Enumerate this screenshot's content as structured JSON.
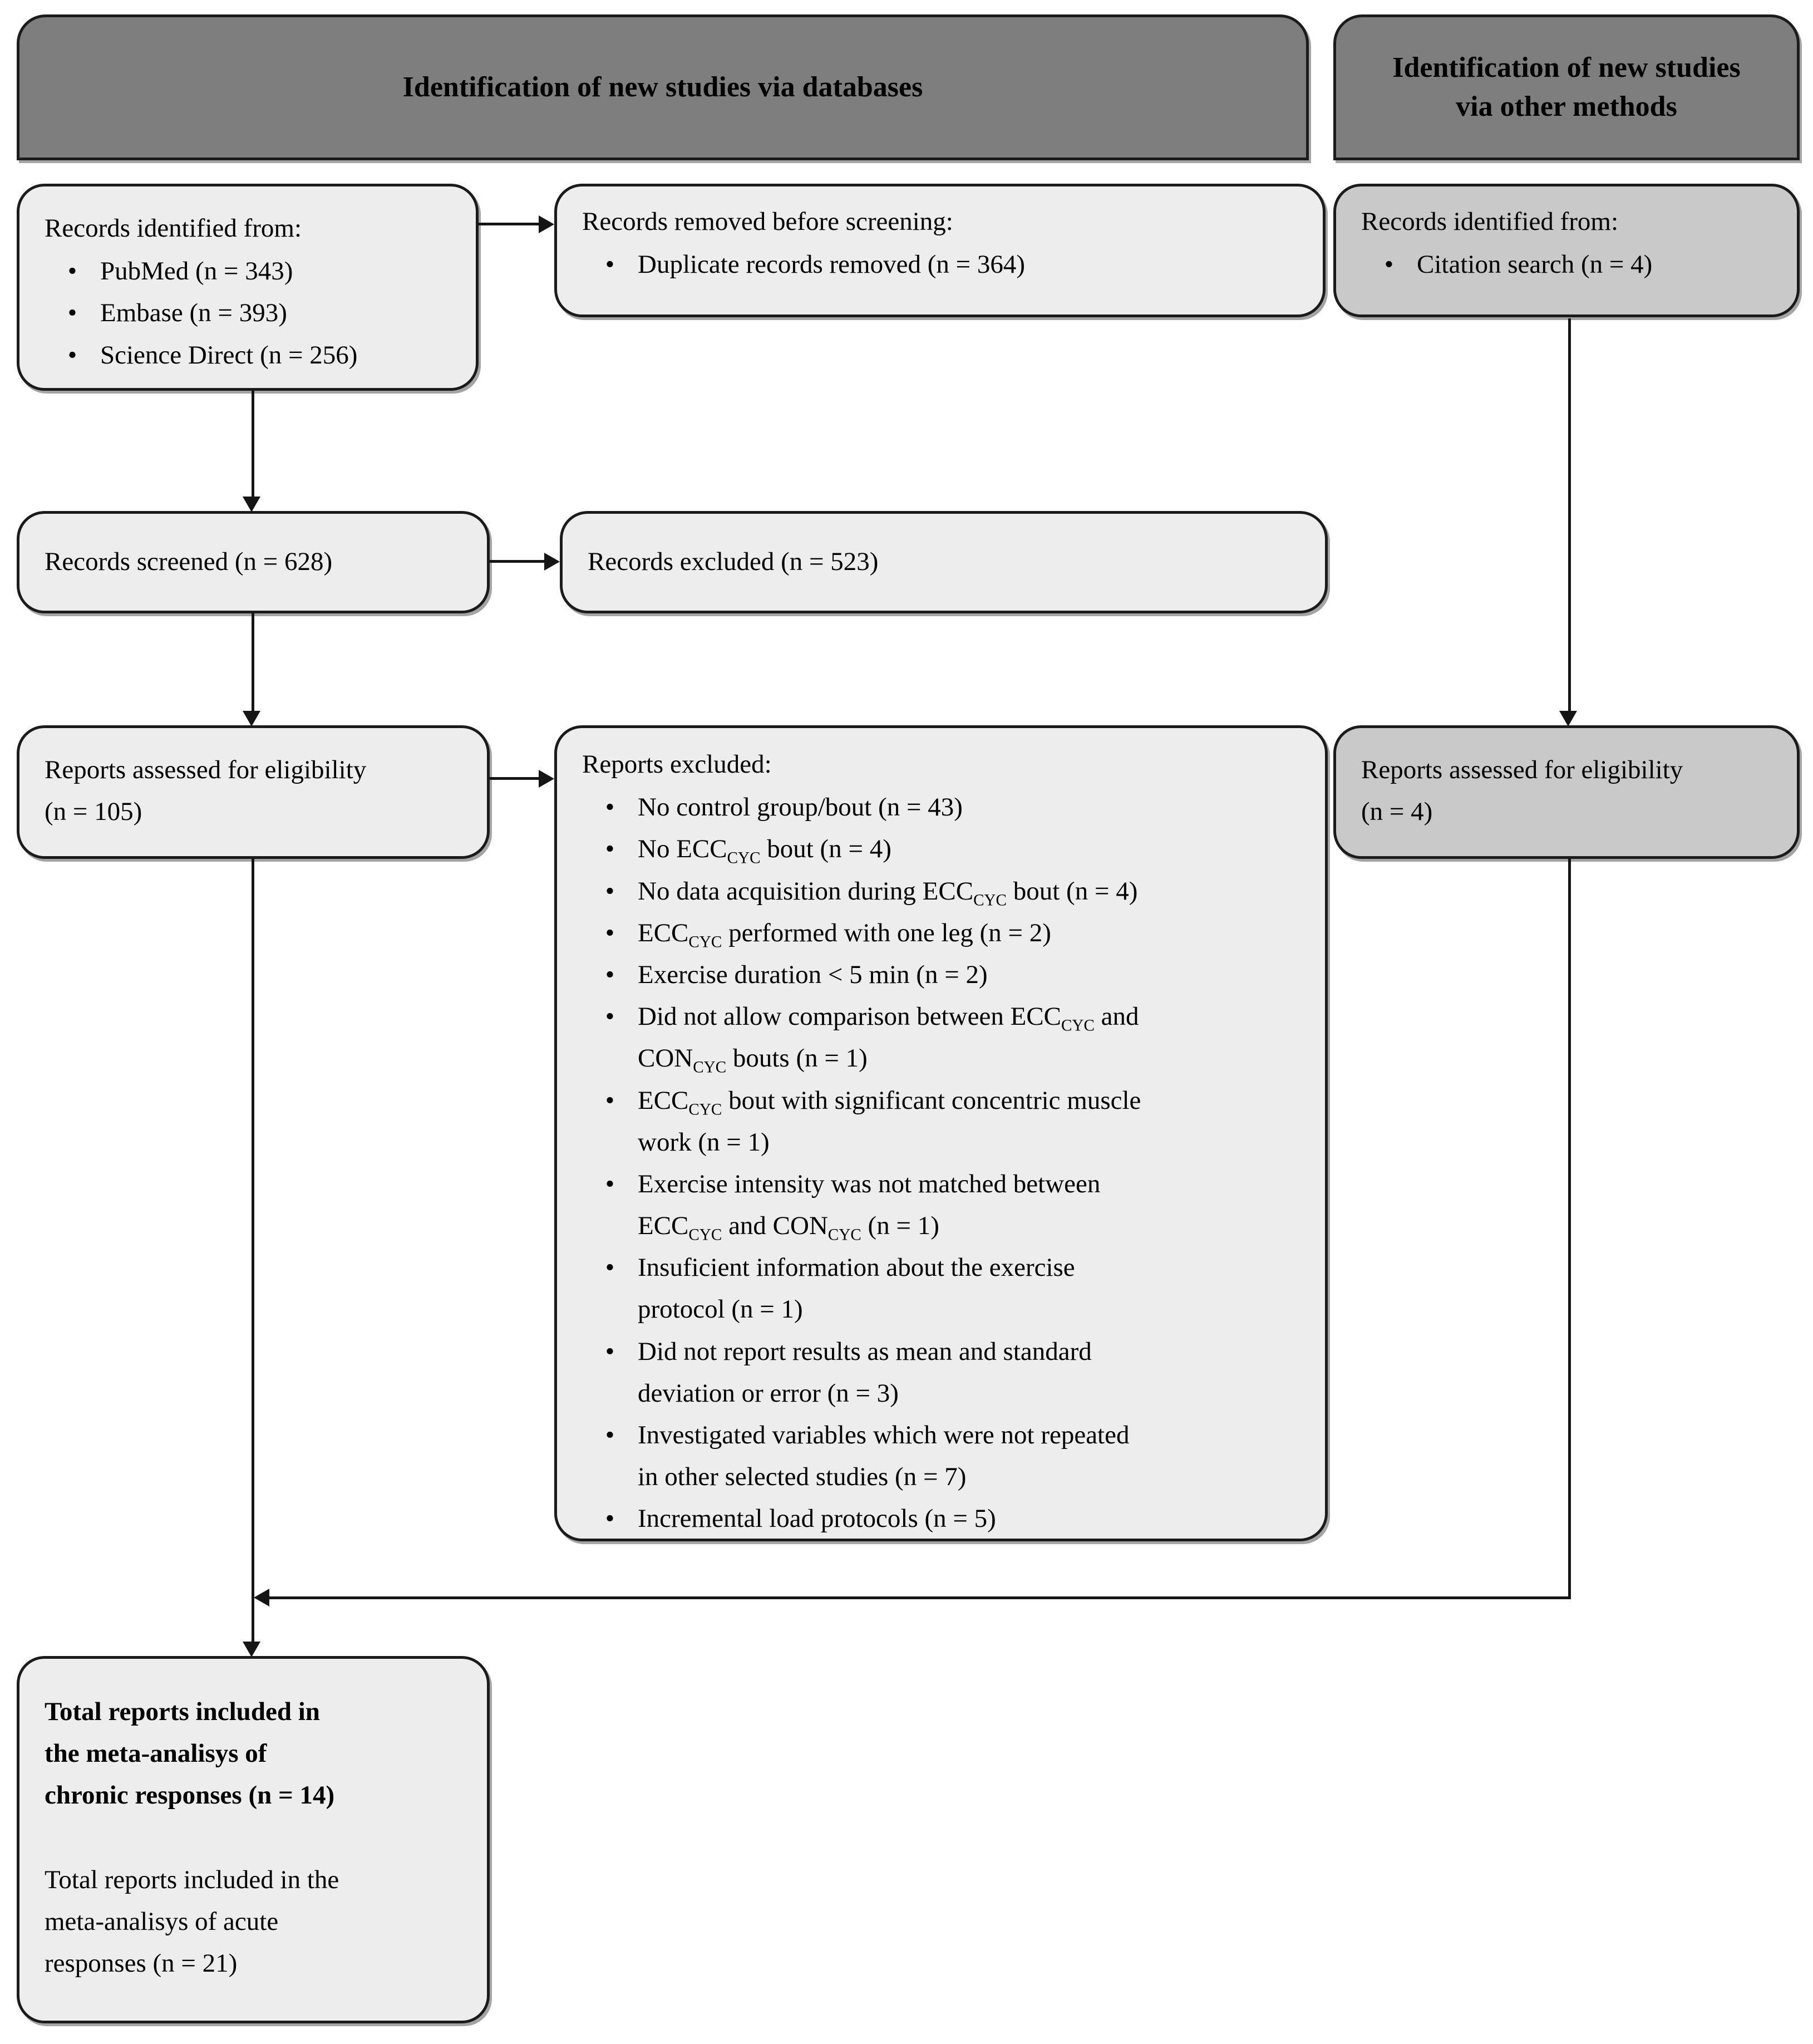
{
  "headers": {
    "databases": "Identification of new studies via databases",
    "other_methods": "Identification of new studies\nvia other methods"
  },
  "boxes": {
    "records_identified": {
      "title": "Records identified from:",
      "bullets": [
        "PubMed (n = 343)",
        "Embase (n = 393)",
        "Science Direct (n = 256)"
      ]
    },
    "records_removed": {
      "title": "Records removed before screening:",
      "bullets": [
        "Duplicate records removed (n = 364)"
      ]
    },
    "citation_identified": {
      "title": "Records identified from:",
      "bullets": [
        "Citation search (n = 4)"
      ]
    },
    "records_screened": {
      "title": "Records screened (n = 628)"
    },
    "records_excluded": {
      "title": "Records excluded (n = 523)"
    },
    "reports_assessed_left": {
      "title": "Reports assessed for eligibility\n(n = 105)"
    },
    "reports_assessed_right": {
      "title": "Reports assessed for eligibility\n(n = 4)"
    },
    "reports_excluded": {
      "title": "Reports excluded:",
      "bullets": [
        "No control group/bout (n = 43)",
        "No ECC~CYC~ bout (n = 4)",
        "No data acquisition during ECC~CYC~ bout (n = 4)",
        "ECC~CYC~ performed with one leg (n = 2)",
        "Exercise duration < 5 min (n = 2)",
        "Did not allow comparison between ECC~CYC~ and\nCON~CYC~ bouts (n = 1)",
        "ECC~CYC~ bout with significant concentric muscle\nwork (n = 1)",
        "Exercise intensity was not matched between\nECC~CYC~ and CON~CYC~ (n = 1)",
        "Insuficient information about the exercise\nprotocol (n = 1)",
        "Did not report results as mean and standard\ndeviation or error (n = 3)",
        "Investigated variables which were not repeated\nin other selected studies (n = 7)",
        "Incremental load protocols (n = 5)"
      ]
    },
    "total_included": {
      "chronic": "Total reports included in\nthe meta-analisys of\nchronic responses (n = 14)",
      "acute": "Total reports included in the\nmeta-analisys of acute\nresponses (n = 21)"
    }
  },
  "bullet_glyph": "•"
}
